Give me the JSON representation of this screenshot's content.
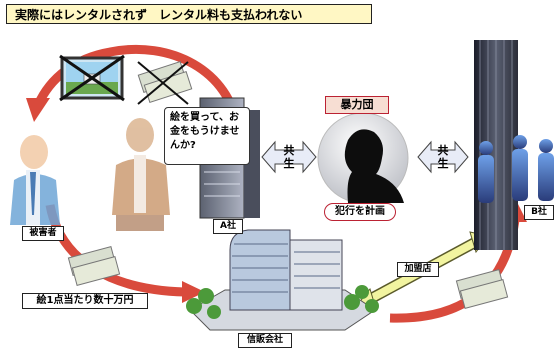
{
  "title": "実際にはレンタルされず　レンタル料も支払われない",
  "speech_bubble": [
    "絵を買って、お",
    "金をもうけませ",
    "んか?"
  ],
  "labels": {
    "victim": "被害者",
    "company_a": "A社",
    "company_b": "B社",
    "credit_company": "信販会社",
    "member_store": "加盟店",
    "price": "絵1点当たり数十万円",
    "gang": "暴力団",
    "plan": "犯行を計画",
    "kyosei_left": [
      "共",
      "生"
    ],
    "kyosei_right": [
      "共",
      "生"
    ]
  },
  "colors": {
    "red_arrow": "#d94a3c",
    "yellow_arrow": "#f2f4a0",
    "title_bg": "#fff7c4"
  }
}
